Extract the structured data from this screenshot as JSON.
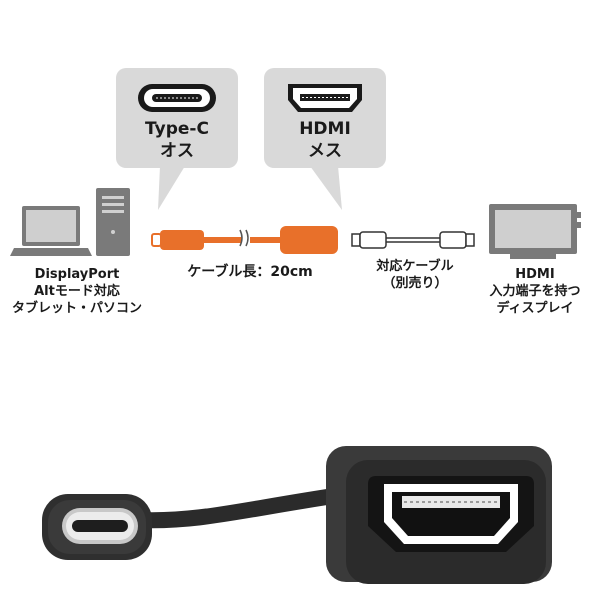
{
  "callouts": {
    "typec": {
      "name": "Type-C",
      "gender": "オス"
    },
    "hdmi": {
      "name": "HDMI",
      "gender": "メス"
    }
  },
  "source_device": {
    "lines": [
      "DisplayPort",
      "Altモード対応",
      "タブレット・パソコン"
    ]
  },
  "cable_length_label": "ケーブル長：20cm",
  "separate_cable": {
    "lines": [
      "対応ケーブル",
      "（別売り）"
    ]
  },
  "display_device": {
    "lines": [
      "HDMI",
      "入力端子を持つ",
      "ディスプレイ"
    ]
  },
  "colors": {
    "bubble_bg": "#d9d9d9",
    "cable_orange": "#e8702a",
    "device_gray": "#7a7a7a",
    "screen_gray": "#bdbdbd",
    "adapter_black": "#2b2b2b"
  }
}
